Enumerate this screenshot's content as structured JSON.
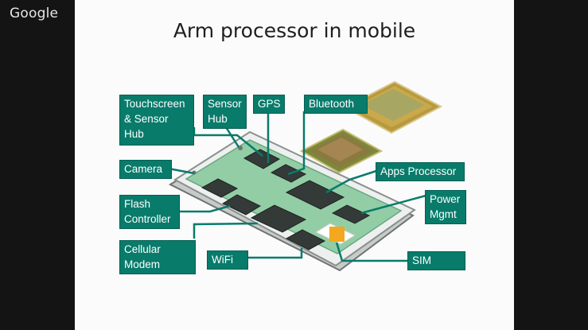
{
  "watermark": {
    "text": "Google"
  },
  "slide": {
    "title": "Arm processor in mobile",
    "labels": {
      "touchscreen": "Touchscreen\n& Sensor\nHub",
      "sensor_hub": "Sensor\nHub",
      "gps": "GPS",
      "bluetooth": "Bluetooth",
      "camera": "Camera",
      "apps_processor": "Apps Processor",
      "flash_controller": "Flash\nController",
      "power_mgmt": "Power\nMgmt",
      "cellular_modem": "Cellular\nModem",
      "wifi": "WiFi",
      "sim": "SIM"
    }
  },
  "colors": {
    "label_bg": "#087b6b",
    "board": "#93cda6",
    "chip": "#333a37",
    "sim_card": "#f3a81f"
  }
}
